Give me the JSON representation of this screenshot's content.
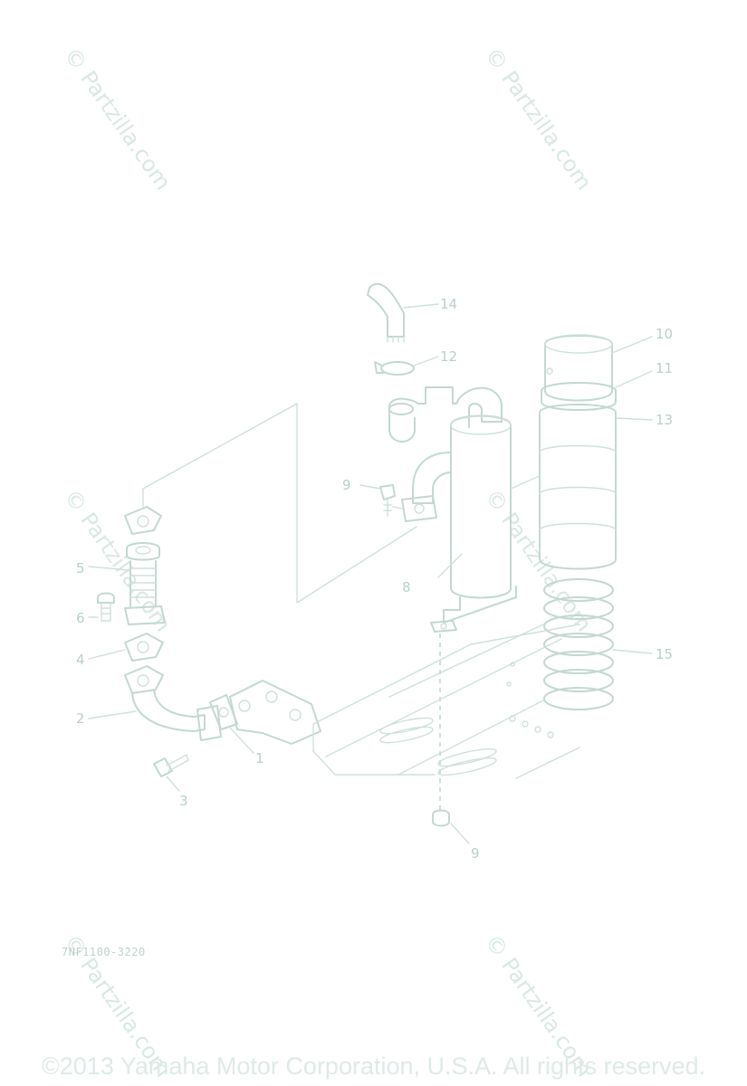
{
  "watermark": "© Partzilla.com",
  "copyright": "©2013 Yamaha Motor Corporation, U.S.A. All rights reserved.",
  "reference_code": "7NF1100-3220",
  "callouts": {
    "c1": "1",
    "c2": "2",
    "c3": "3",
    "c4": "4",
    "c5": "5",
    "c6": "6",
    "c8": "8",
    "c9a": "9",
    "c9b": "9",
    "c10": "10",
    "c11": "11",
    "c12": "12",
    "c13": "13",
    "c14": "14",
    "c15": "15"
  }
}
